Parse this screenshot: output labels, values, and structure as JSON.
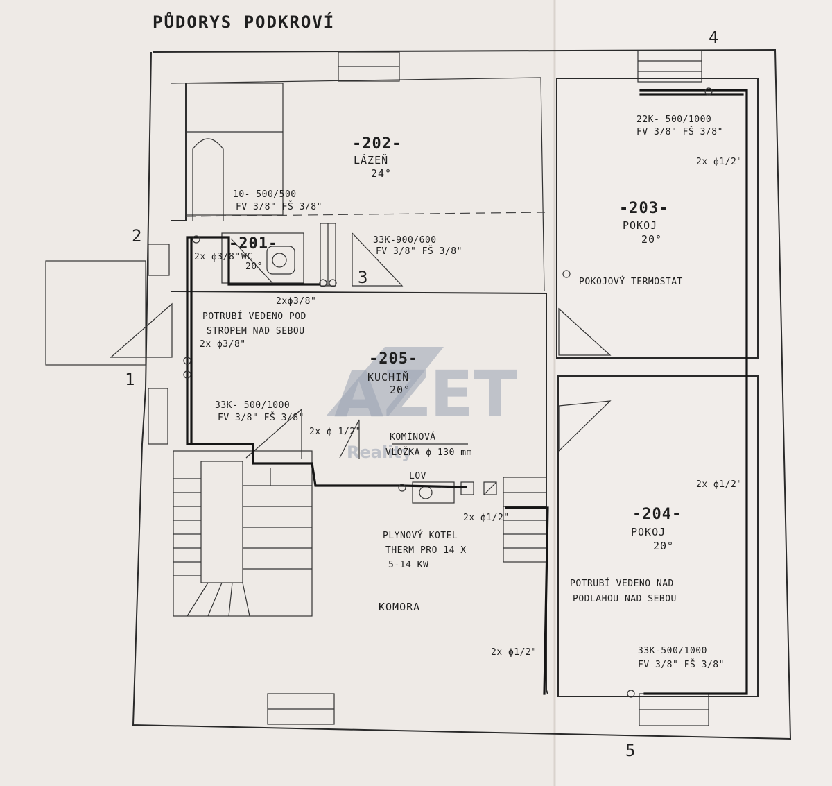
{
  "title": "PŮDORYS PODKROVÍ",
  "axes": {
    "a1": "1",
    "a2": "2",
    "a4": "4",
    "a5": "5",
    "a3": "3"
  },
  "rooms": {
    "r202": {
      "number": "-202-",
      "name": "LÁZEŇ",
      "temp": "24°"
    },
    "r201": {
      "number": "-201-",
      "name": "WC",
      "temp": "20°"
    },
    "r203": {
      "number": "-203-",
      "name": "POKOJ",
      "temp": "20°"
    },
    "r205": {
      "number": "-205-",
      "name": "KUCHIŇ",
      "temp": "20°"
    },
    "r204": {
      "number": "-204-",
      "name": "POKOJ",
      "temp": "20°"
    },
    "komora": {
      "name": "KOMORA"
    }
  },
  "radiators": {
    "bath": {
      "type": "10- 500/500",
      "spec": "FV 3/8\" FŠ 3/8\""
    },
    "kitchen_top": {
      "type": "33K-900/600",
      "spec": "FV 3/8\" FŠ 3/8\""
    },
    "room203": {
      "type": "22K- 500/1000",
      "spec": "FV 3/8\" FŠ 3/8\""
    },
    "kitchen_left": {
      "type": "33K- 500/1000",
      "spec": "FV 3/8\" FŠ 3/8\""
    },
    "room204": {
      "type": "33K-500/1000",
      "spec": "FV 3/8\" FŠ 3/8\""
    }
  },
  "pipes": {
    "p1": "2x ϕ1/2\"",
    "p2": "2x ϕ3/8\"",
    "p3": "2xϕ3/8\"",
    "p4": "2x ϕ3/8\"",
    "p5": "2x ϕ 1/2\"",
    "p6": "2x ϕ1/2\"",
    "p7": "2x ϕ1/2\"",
    "p8": "2x ϕ1/2\""
  },
  "notes": {
    "thermostat": "POKOJOVÝ TERMOSTAT",
    "under_ceiling_1": "POTRUBÍ VEDENO POD",
    "under_ceiling_2": "STROPEM NAD SEBOU",
    "chimney_1": "KOMÍNOVÁ",
    "chimney_2": "VLOŽKA ϕ 130 mm",
    "lov": "LOV",
    "boiler_1": "PLYNOVÝ KOTEL",
    "boiler_2": "THERM PRO 14 X",
    "boiler_3": "5-14 KW",
    "over_floor_1": "POTRUBÍ VEDENO NAD",
    "over_floor_2": "PODLAHOU NAD SEBOU"
  },
  "watermark": {
    "brand": "AZET",
    "sub": "Reality"
  },
  "colors": {
    "paper": "#ece8e4",
    "ink": "#1f1f1f",
    "watermark": "#9aa3b3"
  }
}
